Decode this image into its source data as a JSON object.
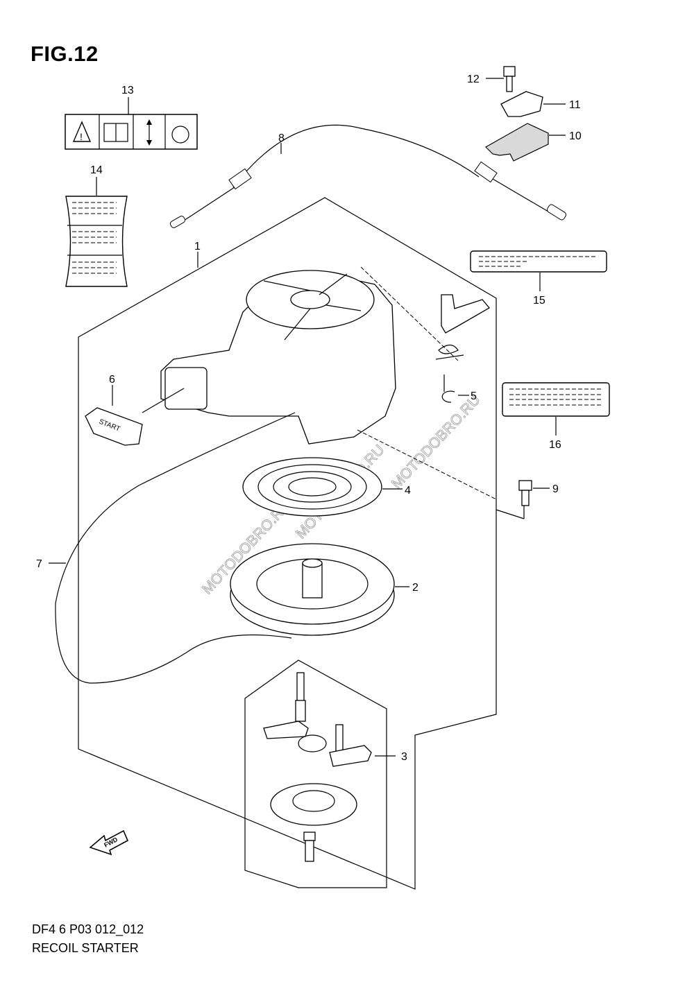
{
  "figure": {
    "title": "FIG.12",
    "code": "DF4 6 P03 012_012",
    "name": "RECOIL STARTER"
  },
  "callouts": [
    "1",
    "2",
    "3",
    "4",
    "5",
    "6",
    "7",
    "8",
    "9",
    "10",
    "11",
    "12",
    "13",
    "14",
    "15",
    "16"
  ],
  "handle_text": "START",
  "fwd_text": "FWD",
  "watermarks": [
    "MOTODOBRO.RU",
    "MOTODOBRO.RU",
    "MOTODOBRO.RU"
  ]
}
